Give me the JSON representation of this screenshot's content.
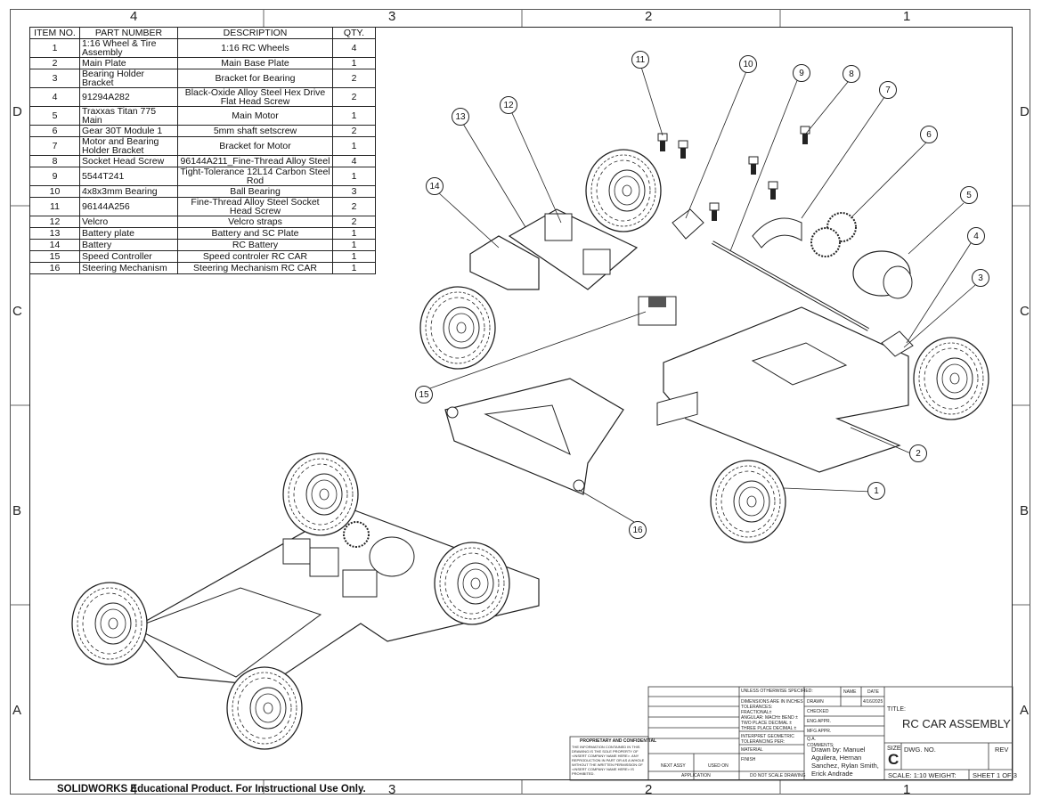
{
  "zones": {
    "top": [
      "4",
      "3",
      "2",
      "1"
    ],
    "bottom": [
      "4",
      "3",
      "2",
      "1"
    ],
    "left": [
      "D",
      "C",
      "B",
      "A"
    ],
    "right": [
      "D",
      "C",
      "B",
      "A"
    ]
  },
  "bom": {
    "headers": [
      "ITEM NO.",
      "PART NUMBER",
      "DESCRIPTION",
      "QTY."
    ],
    "rows": [
      {
        "item": "1",
        "part": "1:16 Wheel & Tire Assembly",
        "desc": "1:16 RC Wheels",
        "qty": "4"
      },
      {
        "item": "2",
        "part": "Main Plate",
        "desc": "Main Base Plate",
        "qty": "1"
      },
      {
        "item": "3",
        "part": "Bearing Holder Bracket",
        "desc": "Bracket for Bearing",
        "qty": "2"
      },
      {
        "item": "4",
        "part": "91294A282",
        "desc": "Black-Oxide Alloy Steel Hex Drive Flat Head Screw",
        "qty": "2"
      },
      {
        "item": "5",
        "part": "Traxxas Titan 775 Main",
        "desc": "Main Motor",
        "qty": "1"
      },
      {
        "item": "6",
        "part": "Gear 30T Module 1",
        "desc": "5mm shaft setscrew",
        "qty": "2"
      },
      {
        "item": "7",
        "part": "Motor and Bearing Holder Bracket",
        "desc": "Bracket for Motor",
        "qty": "1"
      },
      {
        "item": "8",
        "part": "Socket Head Screw",
        "desc": "96144A211_Fine-Thread Alloy Steel",
        "qty": "4"
      },
      {
        "item": "9",
        "part": "5544T241",
        "desc": "Tight-Tolerance 12L14 Carbon Steel Rod",
        "qty": "1"
      },
      {
        "item": "10",
        "part": "4x8x3mm Bearing",
        "desc": "Ball Bearing",
        "qty": "3"
      },
      {
        "item": "11",
        "part": "96144A256",
        "desc": "Fine-Thread Alloy Steel Socket Head Screw",
        "qty": "2"
      },
      {
        "item": "12",
        "part": "Velcro",
        "desc": "Velcro straps",
        "qty": "2"
      },
      {
        "item": "13",
        "part": "Battery plate",
        "desc": "Battery and SC Plate",
        "qty": "1"
      },
      {
        "item": "14",
        "part": "Battery",
        "desc": "RC Battery",
        "qty": "1"
      },
      {
        "item": "15",
        "part": "Speed Controller",
        "desc": "Speed controler RC CAR",
        "qty": "1"
      },
      {
        "item": "16",
        "part": "Steering Mechanism",
        "desc": "Steering Mechanism RC CAR",
        "qty": "1"
      }
    ]
  },
  "balloons": [
    "1",
    "2",
    "3",
    "4",
    "5",
    "6",
    "7",
    "8",
    "9",
    "10",
    "11",
    "12",
    "13",
    "14",
    "15",
    "16"
  ],
  "title_block": {
    "unless": "UNLESS OTHERWISE SPECIFIED:",
    "name_hdr": "NAME",
    "date_hdr": "DATE",
    "dims": "DIMENSIONS ARE IN INCHES",
    "tol": "TOLERANCES:",
    "frac": "FRACTIONAL±",
    "ang": "ANGULAR: MACH±   BEND ±",
    "two": "TWO PLACE DECIMAL   ±",
    "three": "THREE PLACE DECIMAL  ±",
    "drawn": "DRAWN",
    "drawn_date": "4/16/2025",
    "checked": "CHECKED",
    "eng": "ENG APPR.",
    "mfg": "MFG APPR.",
    "qa": "Q.A.",
    "comments": "COMMENTS:",
    "drawn_by": "Drawn by: Manuel Aguilera, Hernan Sanchez, Rylan Smith, Erick Andrade",
    "interpret": "INTERPRET GEOMETRIC TOLERANCING PER:",
    "material": "MATERIAL",
    "finish": "FINISH",
    "next_assy": "NEXT ASSY",
    "used_on": "USED ON",
    "application": "APPLICATION",
    "no_scale": "DO NOT SCALE DRAWING",
    "prop_title": "PROPRIETARY AND CONFIDENTIAL",
    "prop_text": "THE INFORMATION CONTAINED IN THIS DRAWING IS THE SOLE PROPERTY OF <INSERT COMPANY NAME HERE>. ANY REPRODUCTION IN PART OR AS A WHOLE WITHOUT THE WRITTEN PERMISSION OF <INSERT COMPANY NAME HERE> IS PROHIBITED.",
    "title_lbl": "TITLE:",
    "title": "RC CAR ASSEMBLY",
    "size_lbl": "SIZE",
    "size": "C",
    "dwg_lbl": "DWG.  NO.",
    "rev_lbl": "REV",
    "scale": "SCALE: 1:10 WEIGHT:",
    "sheet": "SHEET 1 OF 3"
  },
  "footer": "SOLIDWORKS Educational Product. For Instructional Use Only."
}
